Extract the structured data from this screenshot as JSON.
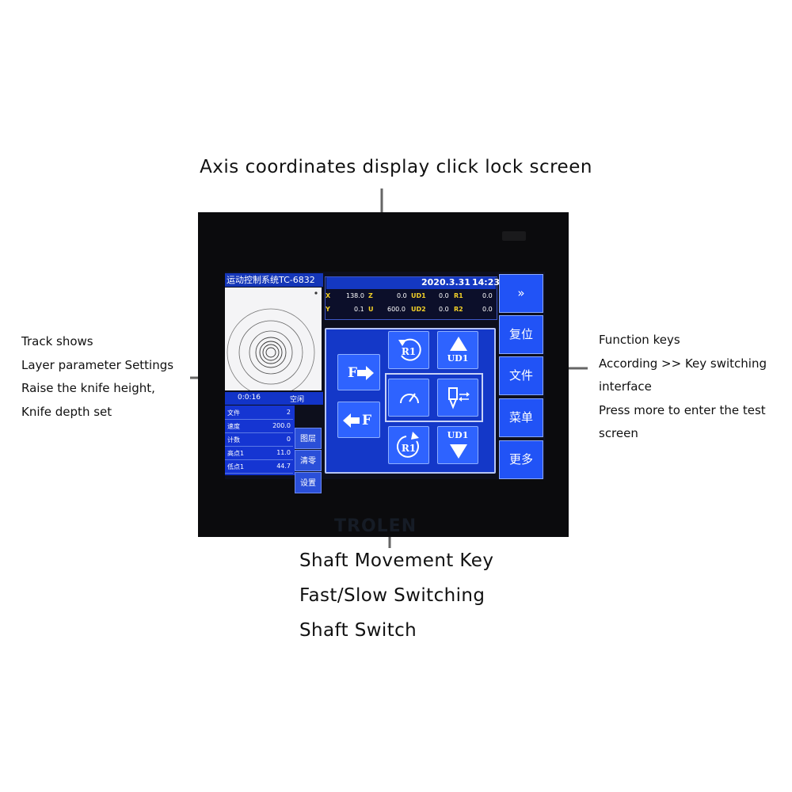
{
  "annotations": {
    "top": "Axis coordinates display click lock screen",
    "left": [
      "Track shows",
      "Layer parameter Settings",
      "Raise the knife height,",
      "Knife depth set"
    ],
    "right": [
      "Function keys",
      "According >> Key switching",
      "interface",
      "Press more to enter the test",
      "screen"
    ],
    "bottom": [
      "Shaft Movement Key",
      "Fast/Slow Switching",
      "Shaft Switch"
    ]
  },
  "device": {
    "brand": "TROLEN",
    "title": "运动控制系统TC-6832",
    "date": "2020.3.31",
    "time": "14:23",
    "elapsed": "0:0:16",
    "state": "空闲"
  },
  "params": [
    {
      "label": "文件",
      "value": "2"
    },
    {
      "label": "速度",
      "value": "200.0"
    },
    {
      "label": "计数",
      "value": "0"
    },
    {
      "label": "高点1",
      "value": "11.0"
    },
    {
      "label": "低点1",
      "value": "44.7"
    }
  ],
  "param_buttons": [
    "图层",
    "清零",
    "设置"
  ],
  "coords": {
    "row1": {
      "axis1": "X",
      "val1": "138.0",
      "axis2": "Z",
      "val2": "0.0",
      "axis3": "UD1",
      "val3": "0.0",
      "axis4": "R1",
      "val4": "0.0"
    },
    "row2": {
      "axis1": "Y",
      "val1": "0.1",
      "axis2": "U",
      "val2": "600.0",
      "axis3": "UD2",
      "val3": "0.0",
      "axis4": "R2",
      "val4": "0.0"
    }
  },
  "keys": {
    "forward": "F",
    "back": "F",
    "r1_ccw": "R1",
    "r1_cw": "R1",
    "ud1_up": "UD1",
    "ud1_down": "UD1"
  },
  "function_keys": {
    "switch": "»",
    "reset": "复位",
    "file": "文件",
    "menu": "菜单",
    "more": "更多"
  },
  "colors": {
    "screen_blue": "#1438c8",
    "key_blue": "#2e63ff",
    "axis_yellow": "#f2d028"
  }
}
